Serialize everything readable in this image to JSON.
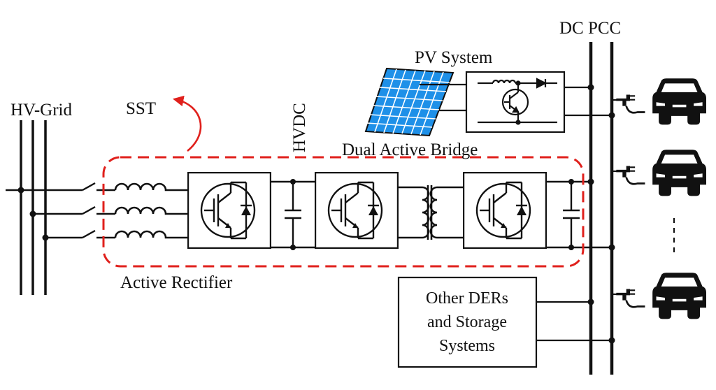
{
  "labels": {
    "hv_grid": "HV-Grid",
    "sst": "SST",
    "hvdc": "HVDC",
    "pv_system": "PV System",
    "dual_active_bridge": "Dual Active Bridge",
    "dc_pcc": "DC PCC",
    "active_rectifier": "Active Rectifier",
    "other_ders_line1": "Other DERs",
    "other_ders_line2": "and Storage",
    "other_ders_line3": "Systems"
  },
  "colors": {
    "sst_highlight": "#e0201c",
    "pv_panel": "#1e90e8",
    "line": "#111111"
  },
  "icons": {
    "ev": "car-charging-icon",
    "switch": "igbt-diode-switch-icon"
  }
}
